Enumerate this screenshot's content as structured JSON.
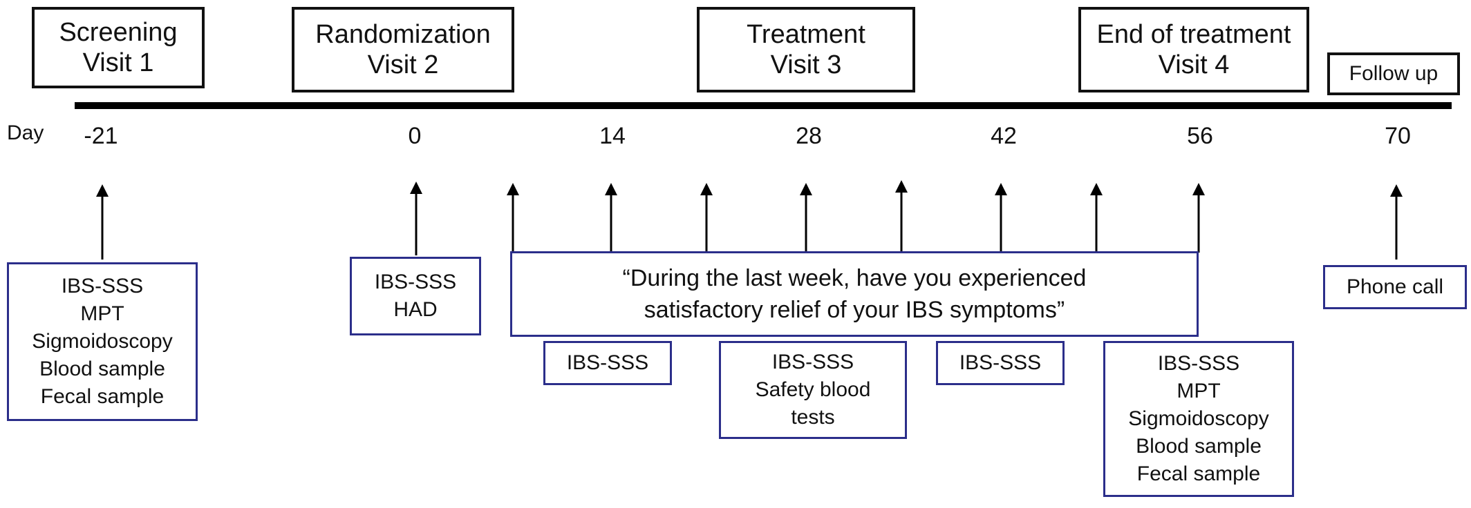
{
  "visits": [
    {
      "lines": [
        "Screening",
        "Visit 1"
      ]
    },
    {
      "lines": [
        "Randomization",
        "Visit 2"
      ]
    },
    {
      "lines": [
        "Treatment",
        "Visit 3"
      ]
    },
    {
      "lines": [
        "End of treatment",
        "Visit 4"
      ]
    },
    {
      "lines": [
        "Follow up"
      ]
    }
  ],
  "axis": {
    "label": "Day",
    "ticks": [
      "-21",
      "0",
      "14",
      "28",
      "42",
      "56",
      "70"
    ]
  },
  "notes": {
    "screening": [
      "IBS-SSS",
      "MPT",
      "Sigmoidoscopy",
      "Blood sample",
      "Fecal sample"
    ],
    "randomization": [
      "IBS-SSS",
      "HAD"
    ],
    "question": [
      "“During the last week, have you experienced",
      "satisfactory relief of your IBS symptoms”"
    ],
    "day14": [
      "IBS-SSS"
    ],
    "day28": [
      "IBS-SSS",
      "Safety blood",
      "tests"
    ],
    "day42": [
      "IBS-SSS"
    ],
    "end": [
      "IBS-SSS",
      "MPT",
      "Sigmoidoscopy",
      "Blood sample",
      "Fecal sample"
    ],
    "followup": [
      "Phone call"
    ]
  },
  "colors": {
    "note_border": "#2b2e8a",
    "line": "#000000"
  }
}
